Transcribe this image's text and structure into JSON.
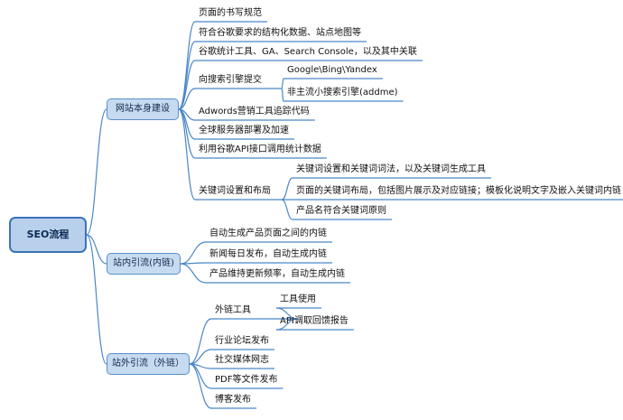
{
  "root": "SEO流程",
  "branches": [
    {
      "label": "网站本身建设",
      "items": [
        {
          "label": "页面的书写规范"
        },
        {
          "label": "符合谷歌要求的结构化数据、站点地图等"
        },
        {
          "label": "谷歌统计工具、GA、Search Console，以及其中关联"
        },
        {
          "label": "向搜索引擎提交",
          "children": [
            "Google\\Bing\\Yandex",
            "非主流小搜索引擎(addme)"
          ]
        },
        {
          "label": "Adwords营销工具追踪代码"
        },
        {
          "label": "全球服务器部署及加速"
        },
        {
          "label": "利用谷歌API接口调用统计数据"
        },
        {
          "label": "关键词设置和布局",
          "children": [
            "关键词设置和关键词词法，以及关键词生成工具",
            "页面的关键词布局，包括图片展示及对应链接；模板化说明文字及嵌入关键词内链",
            "产品名符合关键词原则"
          ]
        }
      ]
    },
    {
      "label": "站内引流(内链)",
      "items": [
        {
          "label": "自动生成产品页面之间的内链"
        },
        {
          "label": "新闻每日发布，自动生成内链"
        },
        {
          "label": "产品维持更新频率，自动生成内链"
        }
      ]
    },
    {
      "label": "站外引流（外链）",
      "items": [
        {
          "label": "外链工具",
          "children": [
            "工具使用",
            "API调取回馈报告"
          ]
        },
        {
          "label": "行业论坛发布"
        },
        {
          "label": "社交媒体网志"
        },
        {
          "label": "PDF等文件发布"
        },
        {
          "label": "博客发布"
        }
      ]
    }
  ],
  "colors": {
    "line": "#4a86c8",
    "node_fill": "#c6daf0",
    "root_fill": "#b9d0ec",
    "border": "#3a73b8"
  }
}
